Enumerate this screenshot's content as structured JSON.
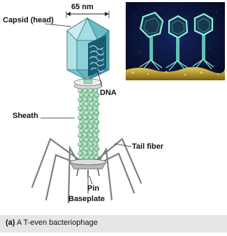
{
  "diagram": {
    "scale_label": "65 nm",
    "labels": {
      "capsid": "Capsid (head)",
      "dna": "DNA",
      "sheath": "Sheath",
      "tail_fiber": "Tail fiber",
      "pin": "Pin",
      "baseplate": "Baseplate"
    },
    "caption": {
      "part": "(a)",
      "text": "A T-even bacteriophage"
    }
  },
  "colors": {
    "capsid_light": "#b9e3e6",
    "capsid_mid": "#7cc5cc",
    "capsid_dark": "#3f98a3",
    "dna": "#1f6f86",
    "sheath": "#9fd9b2",
    "sheath_dark": "#5aa77a",
    "collar": "#c8c8c8",
    "fiber": "#8a8a8a",
    "micrograph_bg": "#0a1436",
    "micrograph_glow": "#7cf0d0",
    "micrograph_surface": "#c8a83a",
    "caption_bar": "#e6e6e6"
  }
}
